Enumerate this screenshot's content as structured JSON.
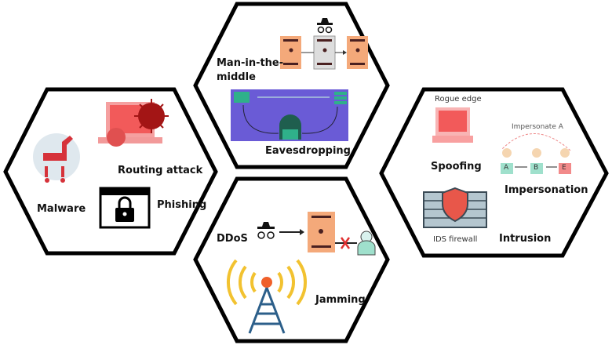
{
  "hexagons": {
    "top": {
      "labels": {
        "mitm": "Man-in-the-middle",
        "mitm_line1": "Man-in-the-",
        "mitm_line2": "middle",
        "eavesdropping": "Eavesdropping"
      }
    },
    "left": {
      "labels": {
        "routing": "Routing attack",
        "malware": "Malware",
        "phishing": "Phishing"
      }
    },
    "right": {
      "labels": {
        "rogue": "Rogue edge",
        "spoofing": "Spoofing",
        "impersonate": "Impersonate A",
        "impersonation": "Impersonation",
        "ids": "IDS firewall",
        "intrusion": "Intrusion",
        "node_a": "A",
        "node_b": "B",
        "node_e": "E"
      }
    },
    "bottom": {
      "labels": {
        "ddos": "DDoS",
        "jamming": "Jamming"
      }
    }
  },
  "colors": {
    "outline": "#000000",
    "server": "#f4a97a",
    "virus": "#a31515",
    "laptop": "#f25a5a",
    "eaves_bg": "#6a5bd6",
    "shield": "#e8574a",
    "wall": "#b4c6cf"
  }
}
